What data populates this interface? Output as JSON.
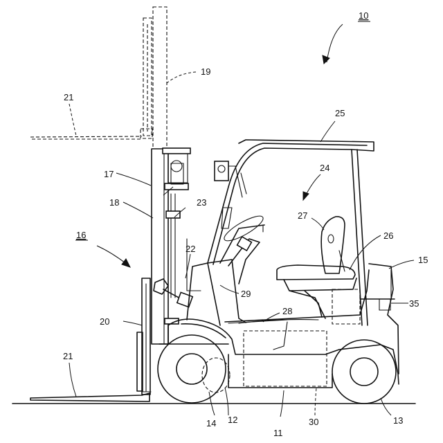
{
  "labels": {
    "r10": "10",
    "r11": "11",
    "r12": "12",
    "r13": "13",
    "r14": "14",
    "r15": "15",
    "r16": "16",
    "r17": "17",
    "r18": "18",
    "r19": "19",
    "r20": "20",
    "r21_upper": "21",
    "r21_lower": "21",
    "r22": "22",
    "r23": "23",
    "r24": "24",
    "r25": "25",
    "r26": "26",
    "r27": "27",
    "r28": "28",
    "r29": "29",
    "r30": "30",
    "r35": "35"
  }
}
